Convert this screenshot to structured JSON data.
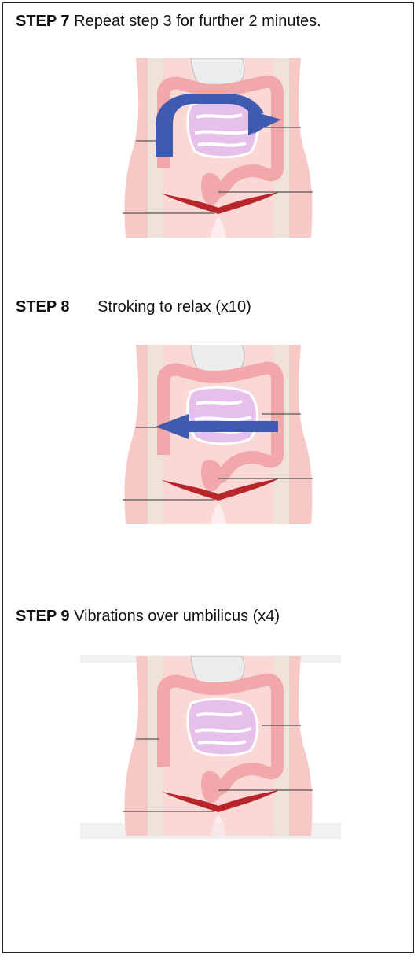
{
  "steps": [
    {
      "label": "STEP 7",
      "text": "Repeat step 3 for further 2 minutes."
    },
    {
      "label": "STEP 8",
      "text": "Stroking to relax (x10)"
    },
    {
      "label": "STEP 9",
      "text": "Vibrations over umbilicus (x4)"
    }
  ],
  "colors": {
    "skin": "#f6c9c6",
    "skin_light": "#fbe3e1",
    "band": "#ece9dd",
    "colon": "#f2a7ab",
    "intestine": "#e6c0ea",
    "stomach": "#ececec",
    "arrow": "#3f5bb0",
    "muscle": "#b8262b",
    "line": "#555555"
  },
  "icons": {
    "step7": "curved-arrow-icon",
    "step8": "left-arrow-icon"
  }
}
